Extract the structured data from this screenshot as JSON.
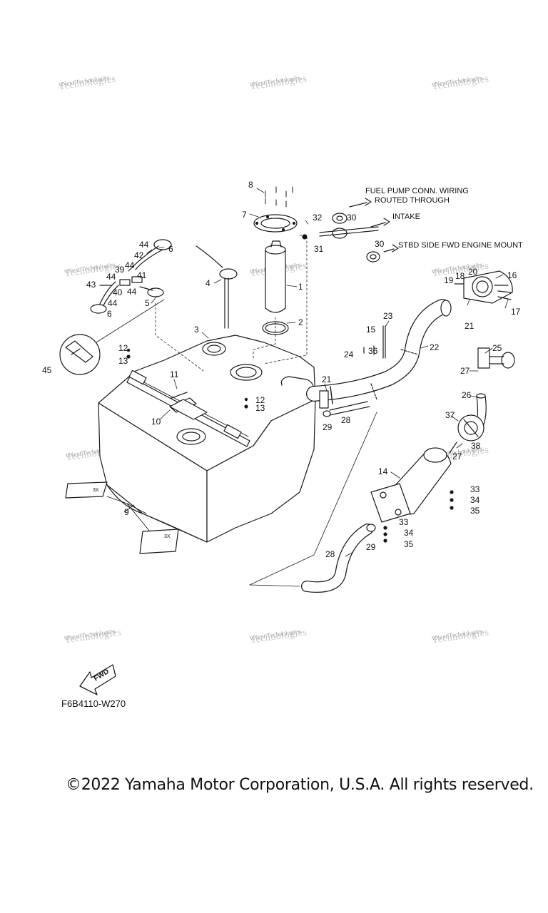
{
  "watermark": {
    "line1": "vNext Technologies",
    "line2": "Technologies"
  },
  "notes": {
    "wiring": "FUEL PUMP CONN. WIRING",
    "wiring2": "ROUTED THROUGH",
    "intake": "INTAKE",
    "mount": "STBD SIDE FWD ENGINE MOUNT"
  },
  "fwd_label": "FWD",
  "multiplier": "3X",
  "diagram_code": "F6B4110-W270",
  "copyright": "©2022 Yamaha Motor Corporation, U.S.A. All rights reserved.",
  "callouts": {
    "c8": "8",
    "c7": "7",
    "c32": "32",
    "c30a": "30",
    "c31": "31",
    "c30b": "30",
    "c1": "1",
    "c2": "2",
    "c4": "4",
    "c3": "3",
    "c44a": "44",
    "c6a": "6",
    "c42": "42",
    "c44b": "44",
    "c39": "39",
    "c44c": "44",
    "c41": "41",
    "c43": "43",
    "c40": "40",
    "c44d": "44",
    "c5": "5",
    "c44e": "44",
    "c6b": "6",
    "c45": "45",
    "c12a": "12",
    "c13a": "13",
    "c11": "11",
    "c10": "10",
    "c12b": "12",
    "c13b": "13",
    "c9": "9",
    "c23": "23",
    "c15": "15",
    "c24": "24",
    "c36": "36",
    "c22": "22",
    "c21a": "21",
    "c29a": "29",
    "c28a": "28",
    "c20": "20",
    "c18": "18",
    "c19": "19",
    "c16": "16",
    "c17": "17",
    "c21b": "21",
    "c25": "25",
    "c27a": "27",
    "c26": "26",
    "c37": "37",
    "c38": "38",
    "c27b": "27",
    "c14": "14",
    "c33a": "33",
    "c34a": "34",
    "c35a": "35",
    "c33b": "33",
    "c34b": "34",
    "c35b": "35",
    "c29b": "29",
    "c28b": "28"
  }
}
